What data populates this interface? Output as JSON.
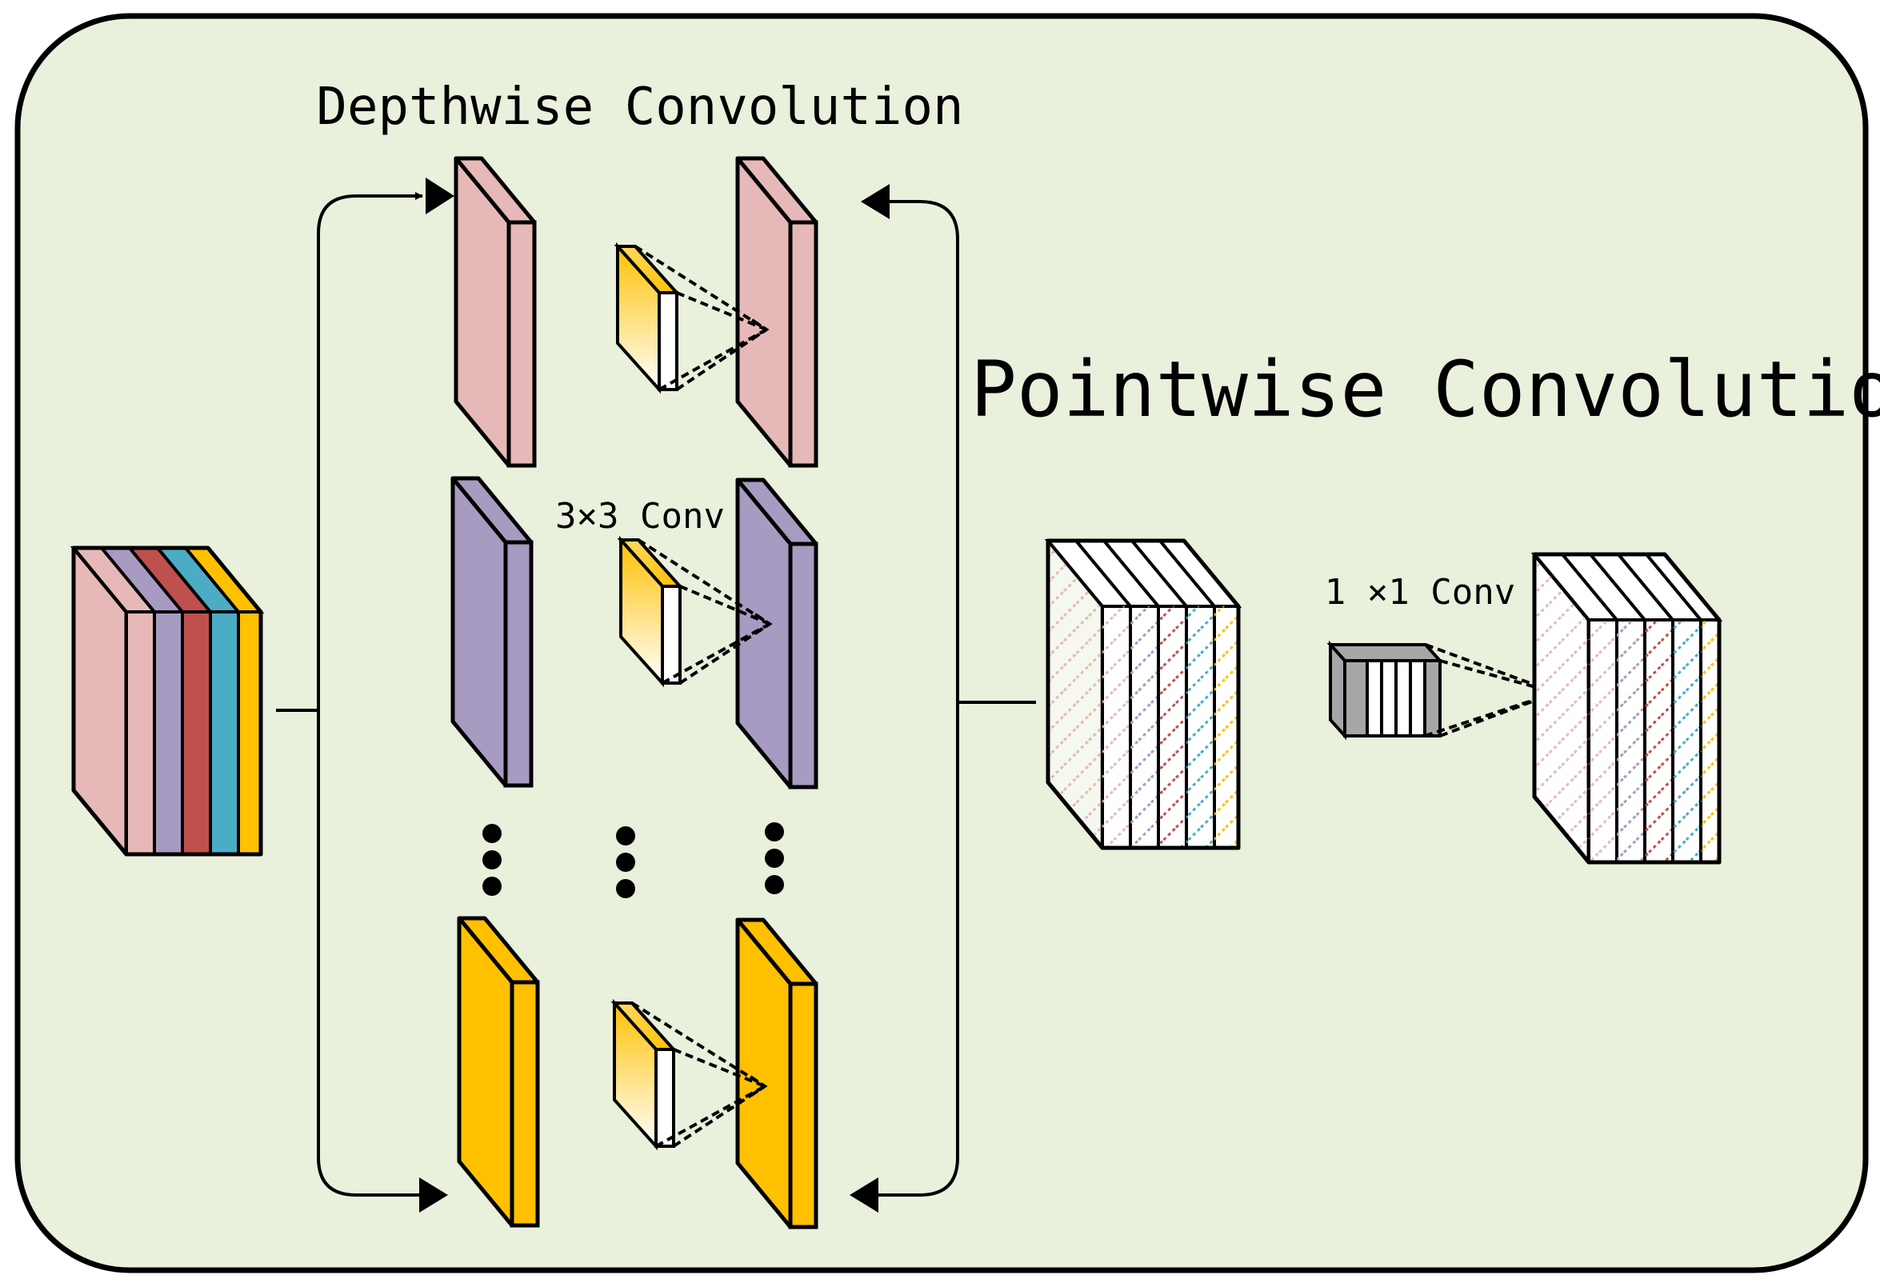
{
  "title_depthwise": "Depthwise Convolution",
  "title_pointwise": "Pointwise Convolution",
  "label_3x3": "3×3 Conv",
  "label_1x1": "1 ×1 Conv",
  "colors": {
    "background": "#e9f0dc",
    "pink": "#e6b9b8",
    "purple": "#a79bc2",
    "red": "#c0504d",
    "teal": "#4bacc6",
    "yellow": "#ffc000",
    "kernel_gray": "#a6a6a6"
  },
  "input_channel_colors": [
    "#e6b9b8",
    "#a79bc2",
    "#c0504d",
    "#4bacc6",
    "#ffc000"
  ],
  "depthwise_rows": [
    {
      "channel": "pink",
      "color": "#e6b9b8"
    },
    {
      "channel": "purple",
      "color": "#a79bc2"
    },
    {
      "channel": "yellow",
      "color": "#ffc000"
    }
  ]
}
